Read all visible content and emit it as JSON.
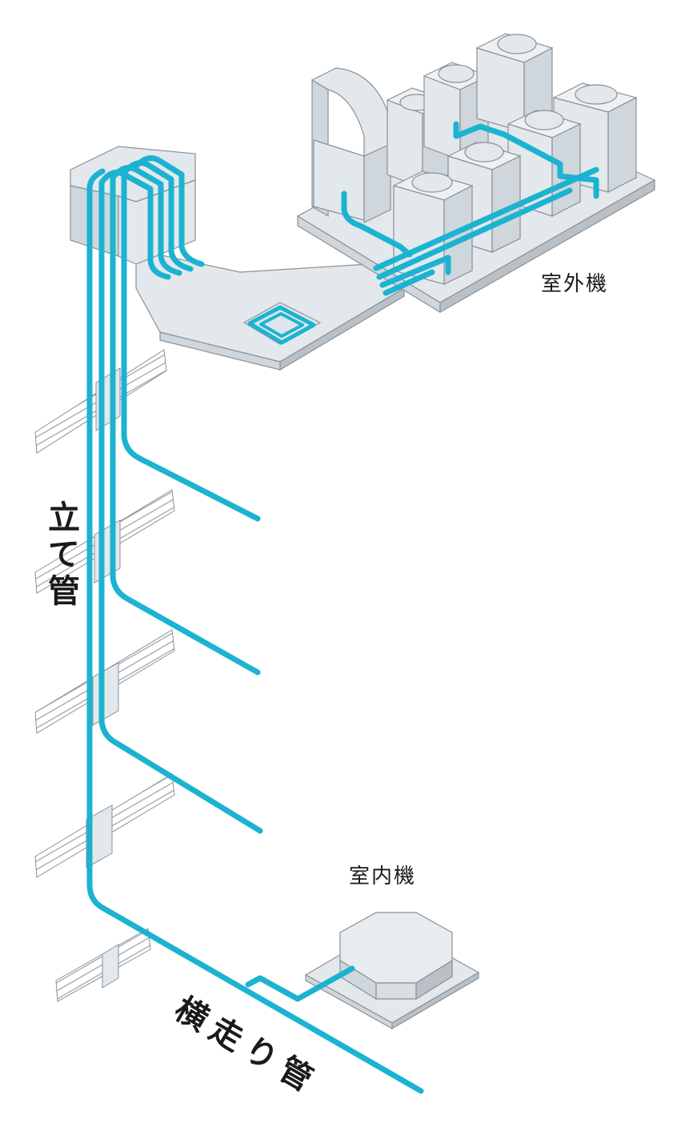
{
  "labels": {
    "outdoor_unit": "室外機",
    "indoor_unit": "室内機",
    "riser_pipe": "立て管",
    "horizontal_pipe": "横走り管"
  },
  "colors": {
    "pipe": "#1bb3d1",
    "equipment_fill": "#e3e8ec",
    "equipment_shade": "#cfd6dc",
    "outline": "#8a9197",
    "floor_hatch": "#a9b0b6"
  }
}
